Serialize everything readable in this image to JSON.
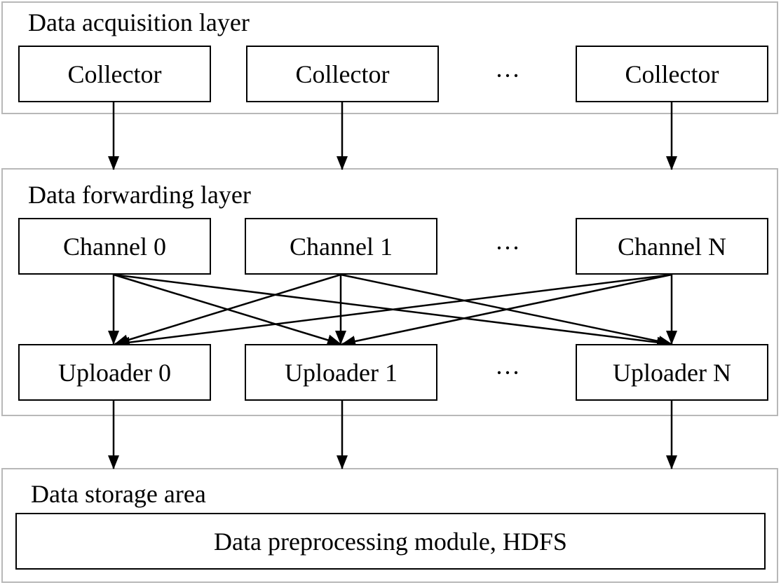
{
  "layers": {
    "acquisition": {
      "title": "Data acquisition layer"
    },
    "forwarding": {
      "title": "Data forwarding layer"
    },
    "storage": {
      "title": "Data storage area"
    }
  },
  "collectors": [
    "Collector",
    "Collector",
    "Collector"
  ],
  "channels": [
    "Channel 0",
    "Channel 1",
    "Channel N"
  ],
  "uploaders": [
    "Uploader 0",
    "Uploader 1",
    "Uploader N"
  ],
  "storage_module": "Data preprocessing module, HDFS",
  "ellipsis": "···",
  "colors": {
    "line": "#000000",
    "layer_border": "#b8b8b8"
  }
}
